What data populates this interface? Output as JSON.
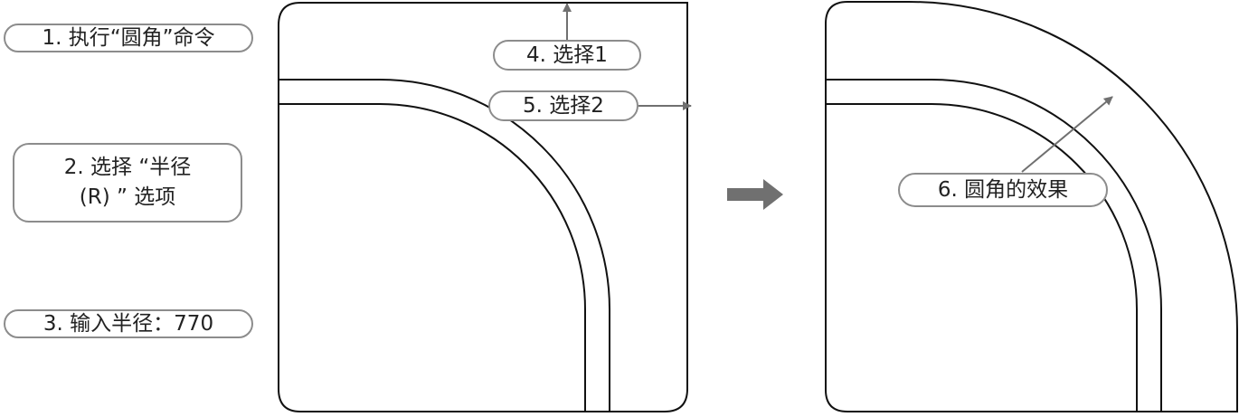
{
  "steps": {
    "step1": "1. 执行“圆角”命令",
    "step2_line1": "2. 选择 “半径",
    "step2_line2": "(R) ” 选项",
    "step3": "3. 输入半径：770",
    "step4": "4. 选择1",
    "step5": "5. 选择2",
    "step6": "6. 圆角的效果"
  },
  "colors": {
    "callout_border": "#8c8c8c",
    "leader_line": "#707070",
    "transition_arrow": "#707070",
    "drawing_line": "#111111"
  },
  "icons": {
    "transition": "right-arrow-icon",
    "leader": "arrow-head"
  }
}
